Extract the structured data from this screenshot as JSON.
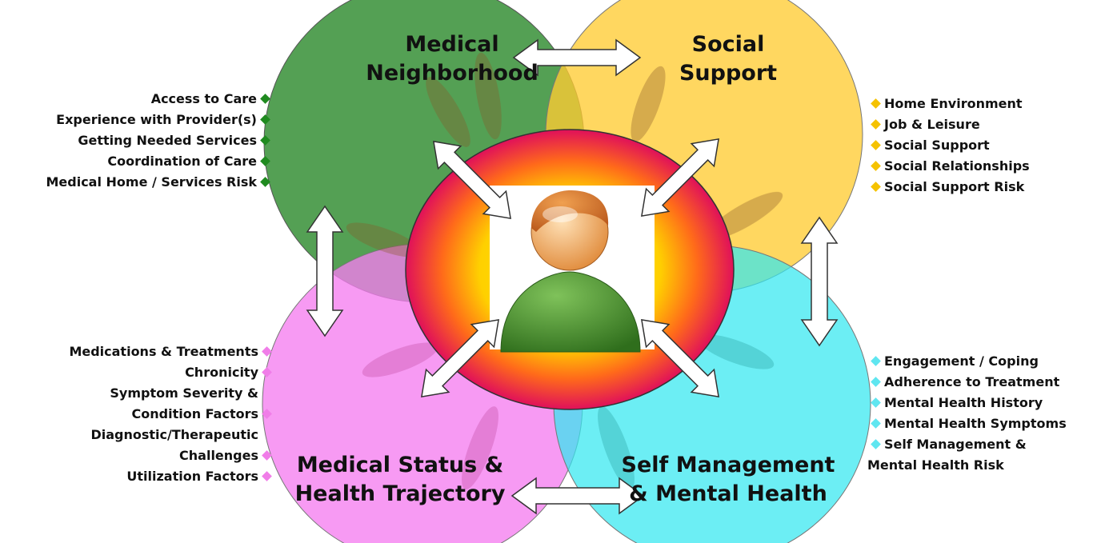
{
  "colors": {
    "medical_neighborhood": "#2e8b2e",
    "social_support": "#ffcc33",
    "medical_status": "#f57df0",
    "self_management": "#33e8f0",
    "center_ring_outer": "#e8145a",
    "center_ring_inner": "#ffe000",
    "green_bullet": "#1f8a1f",
    "yellow_bullet": "#f5c200",
    "pink_bullet": "#f07de8",
    "cyan_bullet": "#5fe6f0"
  },
  "icons": {
    "center": "person-icon",
    "arrows": "double-arrow-icon",
    "background": "hands-graphic"
  },
  "quadrants": {
    "medical_neighborhood": {
      "title_line1": "Medical",
      "title_line2": "Neighborhood",
      "items": [
        "Access to Care",
        "Experience with Provider(s)",
        "Getting Needed Services",
        "Coordination of Care",
        "Medical Home / Services Risk"
      ]
    },
    "social_support": {
      "title_line1": "Social",
      "title_line2": "Support",
      "items": [
        "Home Environment",
        "Job & Leisure",
        "Social Support",
        "Social Relationships",
        "Social Support Risk"
      ]
    },
    "medical_status": {
      "title_line1": "Medical Status &",
      "title_line2": "Health Trajectory",
      "items": [
        "Medications & Treatments",
        "Chronicity",
        "Symptom Severity &",
        "Condition Factors",
        "Diagnostic/Therapeutic",
        "Challenges",
        "Utilization Factors"
      ]
    },
    "self_management": {
      "title_line1": "Self Management",
      "title_line2": "& Mental Health",
      "items": [
        "Engagement / Coping",
        "Adherence to Treatment",
        "Mental Health History",
        "Mental Health Symptoms",
        "Self Management &",
        "Mental Health Risk"
      ]
    }
  }
}
